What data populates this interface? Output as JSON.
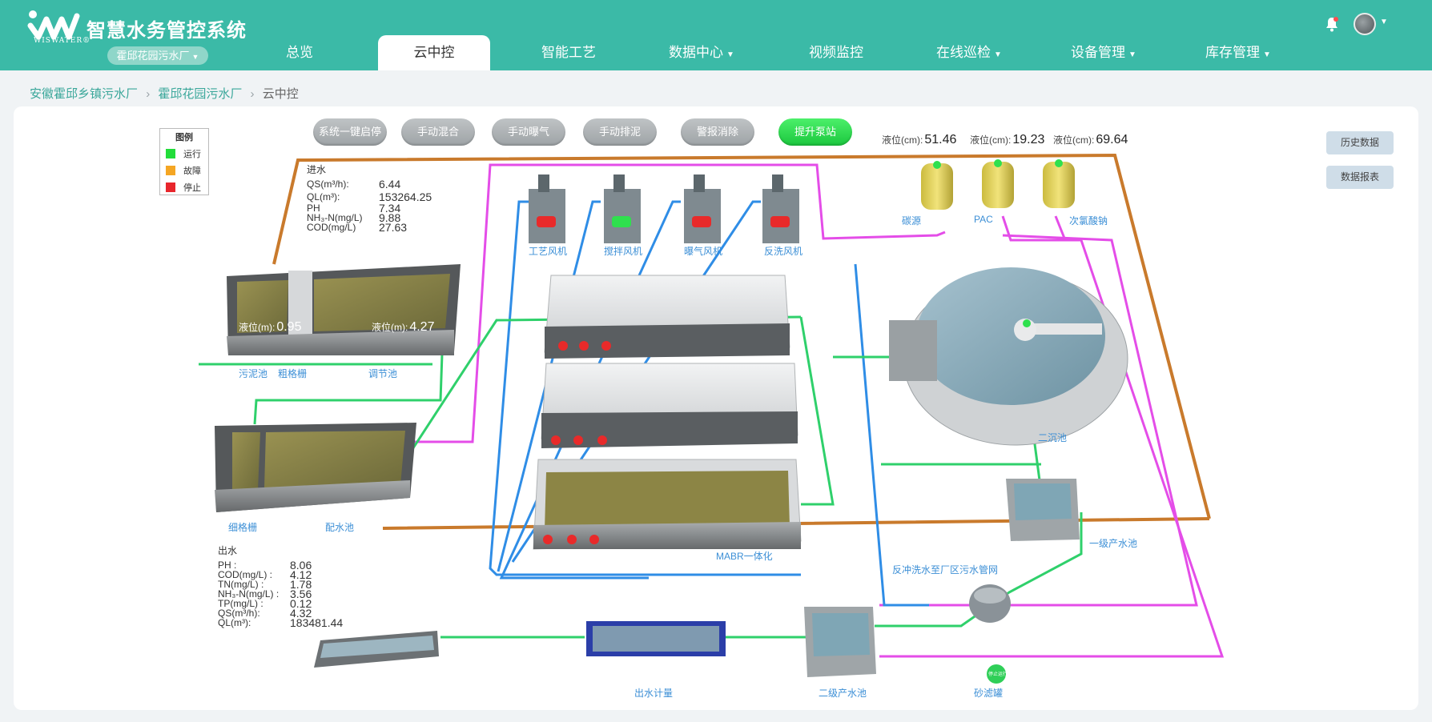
{
  "app": {
    "title": "智慧水务管控系统",
    "logo_text": "WISWATER®",
    "plant_select": "霍邱花园污水厂"
  },
  "nav": [
    {
      "label": "总览",
      "dropdown": false,
      "active": false
    },
    {
      "label": "云中控",
      "dropdown": false,
      "active": true
    },
    {
      "label": "智能工艺",
      "dropdown": false,
      "active": false
    },
    {
      "label": "数据中心",
      "dropdown": true,
      "active": false
    },
    {
      "label": "视频监控",
      "dropdown": false,
      "active": false
    },
    {
      "label": "在线巡检",
      "dropdown": true,
      "active": false
    },
    {
      "label": "设备管理",
      "dropdown": true,
      "active": false
    },
    {
      "label": "库存管理",
      "dropdown": true,
      "active": false
    }
  ],
  "breadcrumb": [
    "安徽霍邱乡镇污水厂",
    "霍邱花园污水厂",
    "云中控"
  ],
  "legend": {
    "title": "图例",
    "items": [
      {
        "label": "运行",
        "color": "#22dd3a"
      },
      {
        "label": "故障",
        "color": "#f5a623"
      },
      {
        "label": "停止",
        "color": "#e8262c"
      }
    ]
  },
  "controls": [
    "系统一键启停",
    "手动混合",
    "手动曝气",
    "手动排泥",
    "警报消除",
    "提升泵站"
  ],
  "levels": [
    {
      "label": "液位(cm):",
      "value": "51.46"
    },
    {
      "label": "液位(cm):",
      "value": "19.23"
    },
    {
      "label": "液位(cm):",
      "value": "69.64"
    }
  ],
  "side_buttons": [
    "历史数据",
    "数据报表"
  ],
  "inflow": {
    "title": "进水",
    "rows": [
      {
        "k": "QS(m³/h):",
        "v": "6.44"
      },
      {
        "k": "QL(m³):",
        "v": "153264.25"
      },
      {
        "k": "PH",
        "v": "7.34"
      },
      {
        "k": "NH₃-N(mg/L)",
        "v": "9.88"
      },
      {
        "k": "COD(mg/L)",
        "v": "27.63"
      }
    ]
  },
  "outflow": {
    "title": "出水",
    "rows": [
      {
        "k": "PH :",
        "v": "8.06"
      },
      {
        "k": "COD(mg/L) :",
        "v": "4.12"
      },
      {
        "k": "TN(mg/L) :",
        "v": "1.78"
      },
      {
        "k": "NH₃-N(mg/L) :",
        "v": "3.56"
      },
      {
        "k": "TP(mg/L) :",
        "v": "0.12"
      },
      {
        "k": "QS(m³/h):",
        "v": "4.32"
      },
      {
        "k": "QL(m³):",
        "v": "183481.44"
      }
    ]
  },
  "tank_levels": [
    {
      "label": "液位(m):",
      "value": "0.95"
    },
    {
      "label": "液位(m):",
      "value": "4.27"
    }
  ],
  "labels": {
    "sludge_pool": "污泥池",
    "coarse_screen": "粗格栅",
    "regulating_pool": "调节池",
    "fine_screen": "细格栅",
    "distribution_pool": "配水池",
    "process_fan": "工艺风机",
    "mixing_fan": "搅拌风机",
    "aeration_fan": "曝气风机",
    "backwash_fan": "反洗风机",
    "carbon_source": "碳源",
    "pac": "PAC",
    "sodium_hypochlorite": "次氯酸钠",
    "secondary_clarifier": "二沉池",
    "mabr": "MABR一体化",
    "primary_product_pool": "一级产水池",
    "backwash_pipe": "反冲洗水至厂区污水管网",
    "outflow_meter": "出水计量",
    "secondary_product_pool": "二级产水池",
    "sand_filter": "砂滤罐",
    "sand_filter_badge": "停止运行"
  }
}
